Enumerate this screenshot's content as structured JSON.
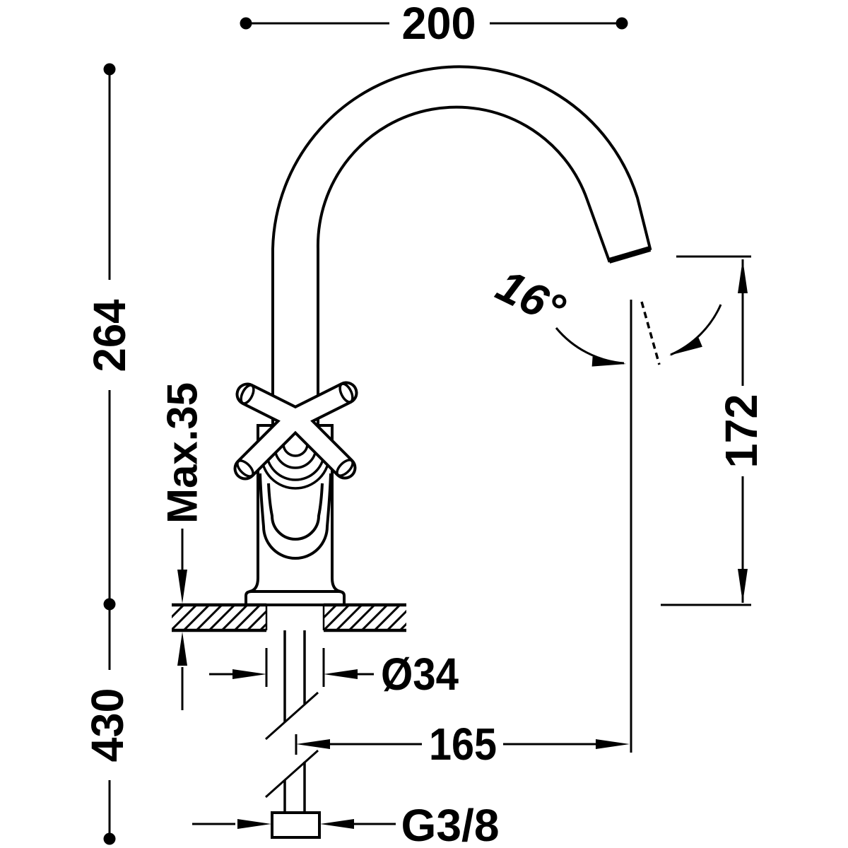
{
  "drawing": {
    "title": "faucet-technical-dimension-drawing",
    "dimensions": {
      "spout_width": "200",
      "total_height": "264",
      "max_mount_thickness": "Max.35",
      "below_counter_height": "430",
      "spout_angle": "16°",
      "outlet_height": "172",
      "body_diameter": "Ø34",
      "spout_reach": "165",
      "connection_thread": "G3/8"
    },
    "colors": {
      "line": "#000000",
      "background": "#ffffff"
    }
  }
}
